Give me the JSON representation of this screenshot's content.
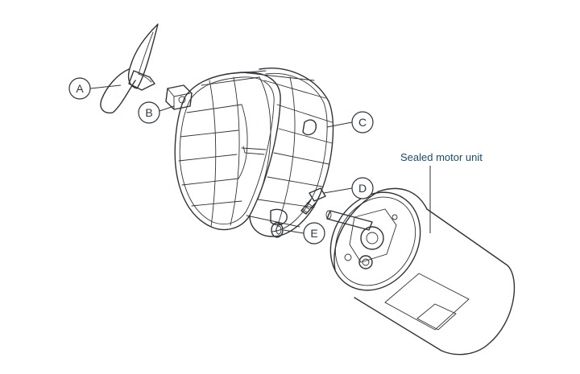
{
  "callouts": {
    "a": "A",
    "b": "B",
    "c": "C",
    "d": "D",
    "e": "E"
  },
  "caption": "Sealed motor unit",
  "colors": {
    "line": "#2f3236",
    "caption": "#1d4a66"
  }
}
